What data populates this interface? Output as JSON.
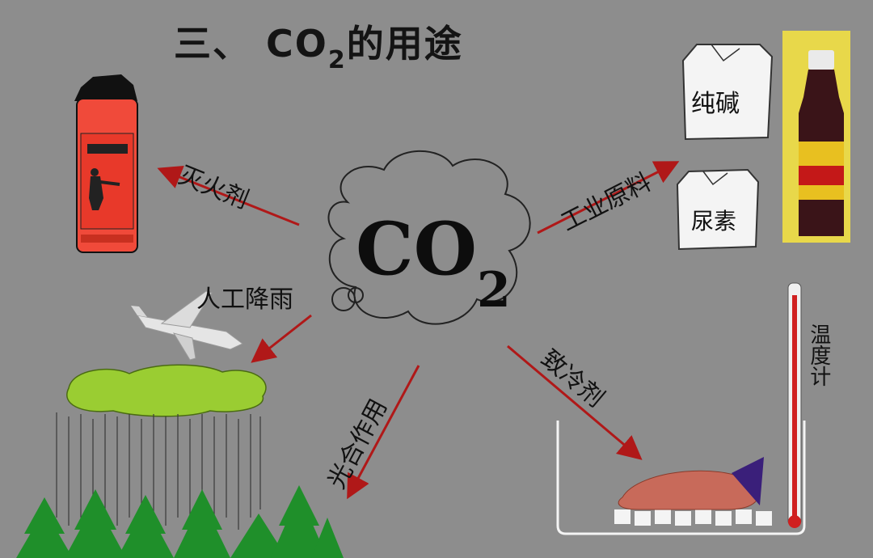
{
  "title": {
    "prefix": "三、",
    "chem": "CO",
    "subscript": "2",
    "suffix": "的用途"
  },
  "center": {
    "chem": "CO",
    "subscript": "2"
  },
  "uses": {
    "extinguisher": "灭火剂",
    "industrial": "工业原料",
    "rain": "人工降雨",
    "photosynthesis": "光合作用",
    "refrigerant": "致冷剂"
  },
  "products": {
    "soda_ash": "纯碱",
    "urea": "尿素"
  },
  "thermometer": "温度计",
  "colors": {
    "background": "#8d8d8d",
    "arrow": "#b01818",
    "extinguisher": "#f04a3a",
    "cloud_green": "#9acd32",
    "tree": "#1f8f2a"
  }
}
